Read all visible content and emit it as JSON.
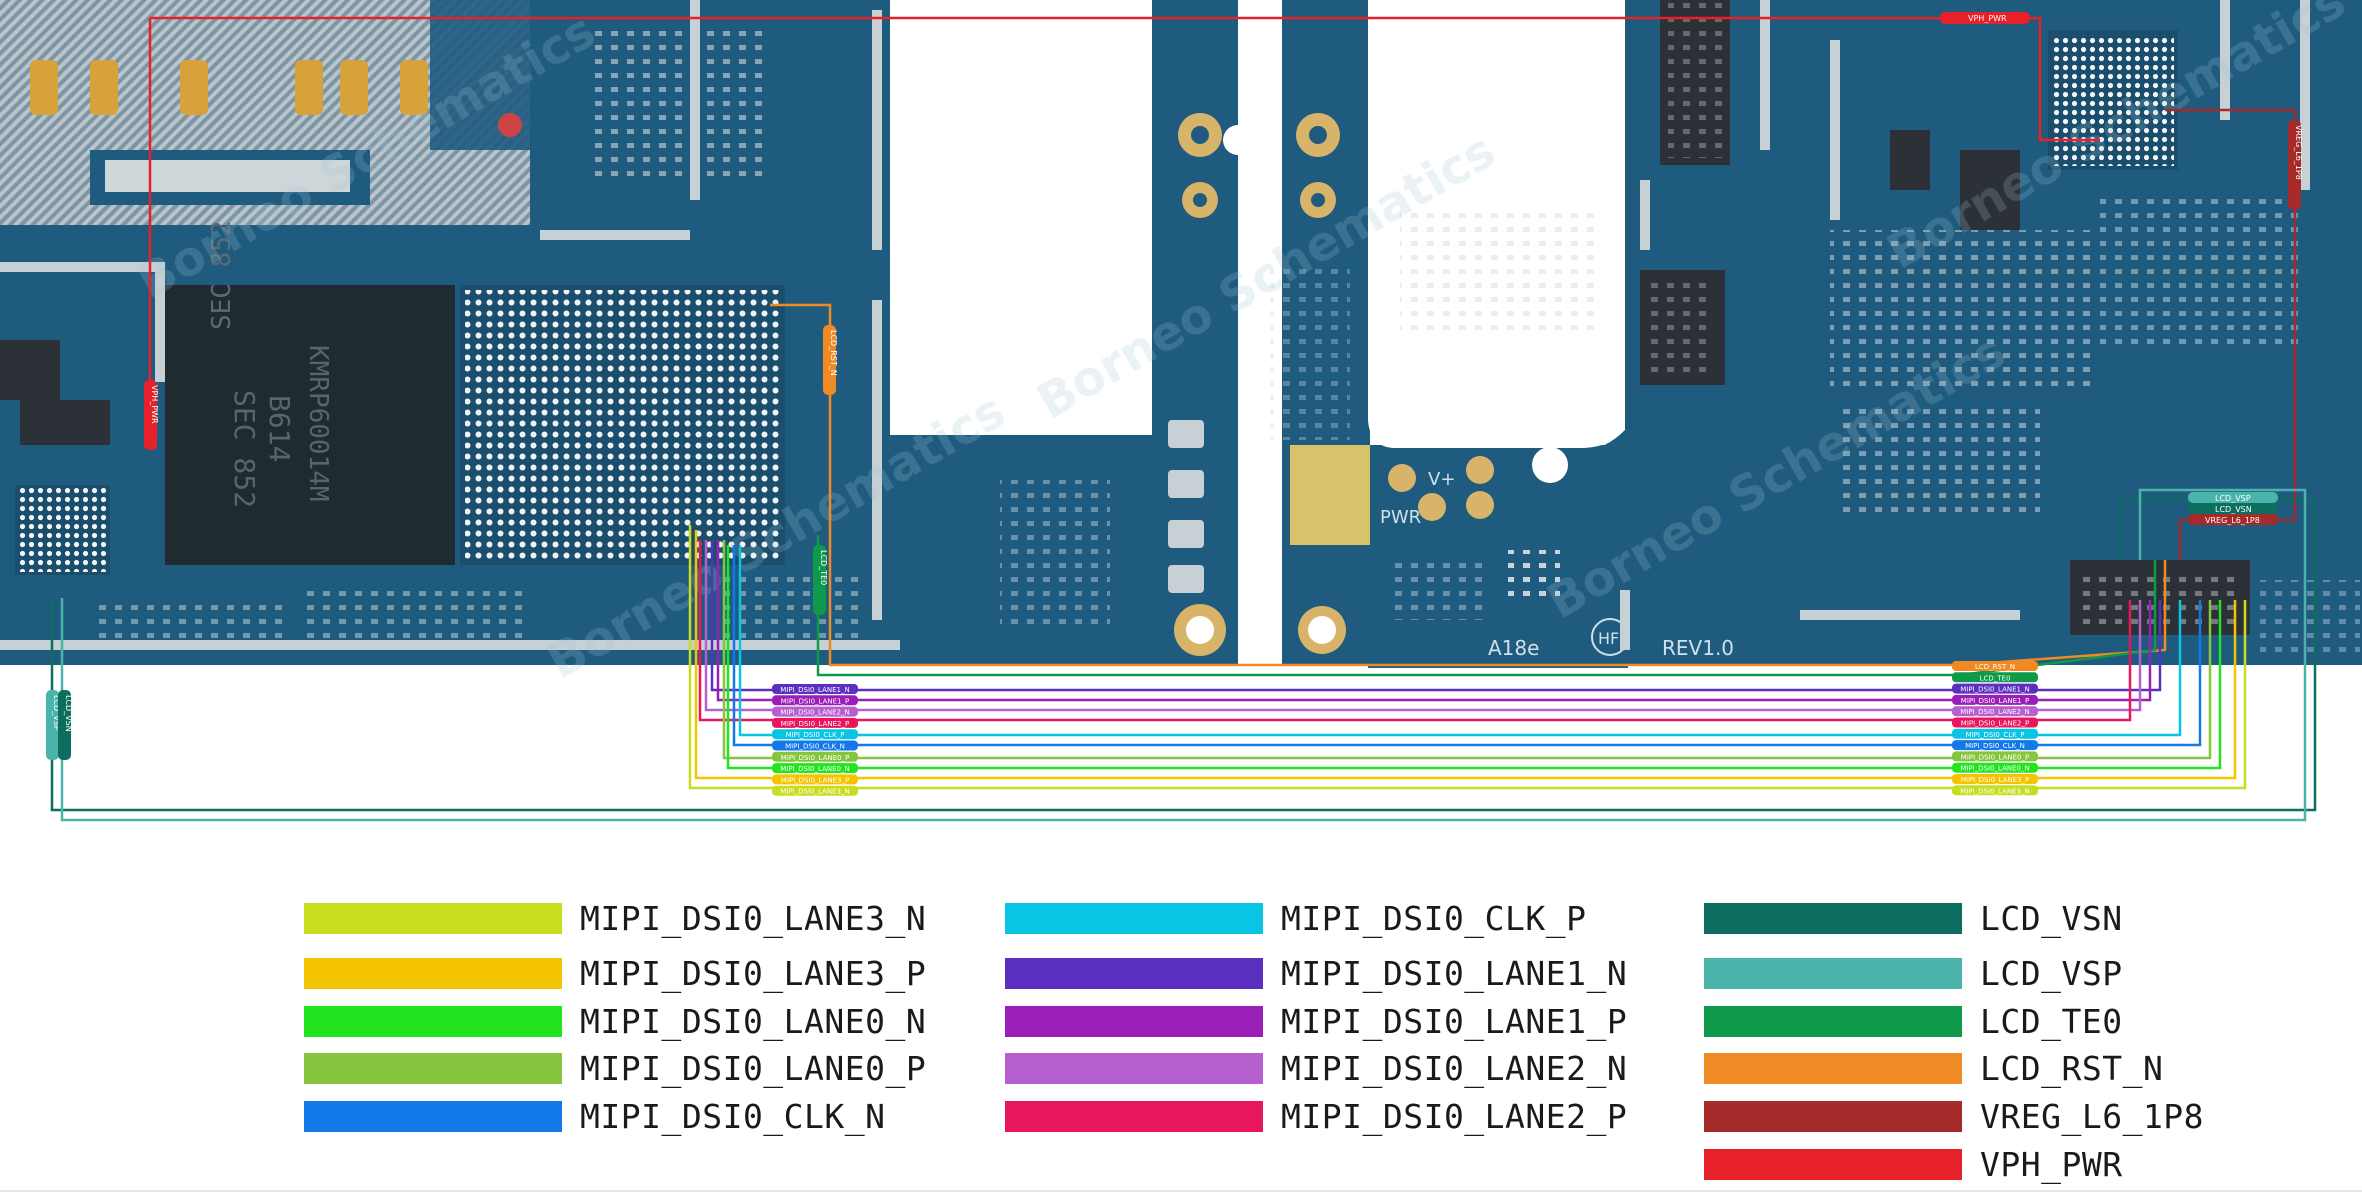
{
  "board": {
    "silkscreen": {
      "chip_text_1": "SEC 852",
      "chip_text_2": "B614",
      "chip_text_3": "KMRP60014M",
      "pwr": "PWR",
      "vplus": "V+",
      "model": "A18e",
      "hf": "HF",
      "rev": "REV1.0",
      "watermark": "Borneo Schematics"
    },
    "tag_labels": {
      "vph_pwr_top": "VPH_PWR",
      "vreg_vertical": "VREG_L6_1P8",
      "vph_vertical_left": "VPH_PWR",
      "lcd_rst_vertical": "LCD_RST_N",
      "lcd_te0_vertical": "LCD_TE0",
      "lcd_vsp_vertical": "LCD_VSP",
      "lcd_vsn_vertical": "LCD_VSN",
      "lcd_vsp_right": "LCD_VSP",
      "lcd_vsn_right": "LCD_VSN",
      "vreg_right": "VREG_L6_1P8"
    },
    "signal_tags_left": [
      {
        "label": "MIPI_DSI0_LANE1_N",
        "color": "#5b2fc0"
      },
      {
        "label": "MIPI_DSI0_LANE1_P",
        "color": "#9a1fb8"
      },
      {
        "label": "MIPI_DSI0_LANE2_N",
        "color": "#b65fcf"
      },
      {
        "label": "MIPI_DSI0_LANE2_P",
        "color": "#e8175d"
      },
      {
        "label": "MIPI_DSI0_CLK_P",
        "color": "#0ac4e6"
      },
      {
        "label": "MIPI_DSI0_CLK_N",
        "color": "#1378e8"
      },
      {
        "label": "MIPI_DSI0_LANE0_P",
        "color": "#86c63e"
      },
      {
        "label": "MIPI_DSI0_LANE0_N",
        "color": "#22e51f"
      },
      {
        "label": "MIPI_DSI0_LANE3_P",
        "color": "#f5c400"
      },
      {
        "label": "MIPI_DSI0_LANE3_N",
        "color": "#c9dd1f"
      }
    ],
    "signal_tags_right": [
      {
        "label": "LCD_RST_N",
        "color": "#f08a24"
      },
      {
        "label": "LCD_TE0",
        "color": "#0e9a4a"
      },
      {
        "label": "MIPI_DSI0_LANE1_N",
        "color": "#5b2fc0"
      },
      {
        "label": "MIPI_DSI0_LANE1_P",
        "color": "#9a1fb8"
      },
      {
        "label": "MIPI_DSI0_LANE2_N",
        "color": "#b65fcf"
      },
      {
        "label": "MIPI_DSI0_LANE2_P",
        "color": "#e8175d"
      },
      {
        "label": "MIPI_DSI0_CLK_P",
        "color": "#0ac4e6"
      },
      {
        "label": "MIPI_DSI0_CLK_N",
        "color": "#1378e8"
      },
      {
        "label": "MIPI_DSI0_LANE0_P",
        "color": "#86c63e"
      },
      {
        "label": "MIPI_DSI0_LANE0_N",
        "color": "#22e51f"
      },
      {
        "label": "MIPI_DSI0_LANE3_P",
        "color": "#f5c400"
      },
      {
        "label": "MIPI_DSI0_LANE3_N",
        "color": "#c9dd1f"
      }
    ]
  },
  "legend": {
    "col1": [
      {
        "label": "MIPI_DSI0_LANE3_N",
        "color": "#c9dd1f"
      },
      {
        "label": "MIPI_DSI0_LANE3_P",
        "color": "#f5c400"
      },
      {
        "label": "MIPI_DSI0_LANE0_N",
        "color": "#22e51f"
      },
      {
        "label": "MIPI_DSI0_LANE0_P",
        "color": "#86c63e"
      },
      {
        "label": "MIPI_DSI0_CLK_N",
        "color": "#1378e8"
      }
    ],
    "col2": [
      {
        "label": "MIPI_DSI0_CLK_P",
        "color": "#0ac4e6"
      },
      {
        "label": "MIPI_DSI0_LANE1_N",
        "color": "#5b2fc0"
      },
      {
        "label": "MIPI_DSI0_LANE1_P",
        "color": "#9a1fb8"
      },
      {
        "label": "MIPI_DSI0_LANE2_N",
        "color": "#b65fcf"
      },
      {
        "label": "MIPI_DSI0_LANE2_P",
        "color": "#e8175d"
      }
    ],
    "col3": [
      {
        "label": "LCD_VSN",
        "color": "#0b6e5f"
      },
      {
        "label": "LCD_VSP",
        "color": "#4ab3aa"
      },
      {
        "label": "LCD_TE0",
        "color": "#0e9a4a"
      },
      {
        "label": "LCD_RST_N",
        "color": "#f08a24"
      },
      {
        "label": "VREG_L6_1P8",
        "color": "#a52a2a"
      },
      {
        "label": "VPH_PWR",
        "color": "#e62129"
      }
    ]
  },
  "colors": {
    "board": "#1f5b7e",
    "board_dark": "#174a68",
    "shield": "#c9d3d8",
    "pad": "#d8b46a"
  }
}
